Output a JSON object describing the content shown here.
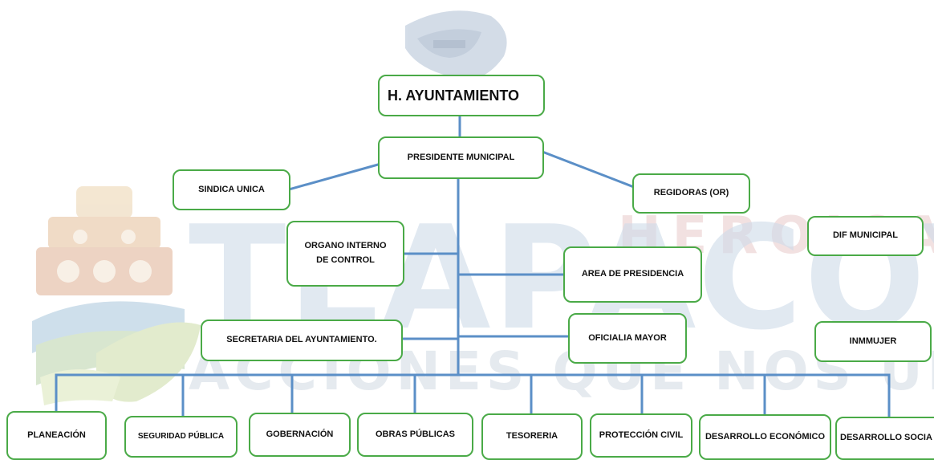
{
  "watermark": {
    "top_word": "HEROICA",
    "main_word": "TLAPACOYAN",
    "slogan": "ACCIONES QUE NOS UNEN"
  },
  "colors": {
    "box_border": "#4aaa47",
    "connector": "#5b8fc7",
    "watermark_blue": "#d0dcea",
    "watermark_red": "#e9c9c9"
  },
  "org": {
    "root": "H. AYUNTAMIENTO",
    "president": "PRESIDENTE MUNICIPAL",
    "sindica": "SINDICA UNICA",
    "regidoras": "REGIDORAS (OR)",
    "organo": "ORGANO  INTERNO\nDE CONTROL",
    "area_presidencia": "AREA DE PRESIDENCIA",
    "dif": "DIF MUNICIPAL",
    "secretaria": "SECRETARIA DEL AYUNTAMIENTO.",
    "oficialia": "OFICIALIA  MAYOR",
    "inmmujer": "INMMUJER",
    "departments": [
      "PLANEACIÓN",
      "SEGURIDAD PÚBLICA",
      "GOBERNACIÓN",
      "OBRAS PÚBLICAS",
      "TESORERIA",
      "PROTECCIÓN  CIVIL",
      "DESARROLLO  ECONÓMICO",
      "DESARROLLO SOCIA"
    ]
  }
}
